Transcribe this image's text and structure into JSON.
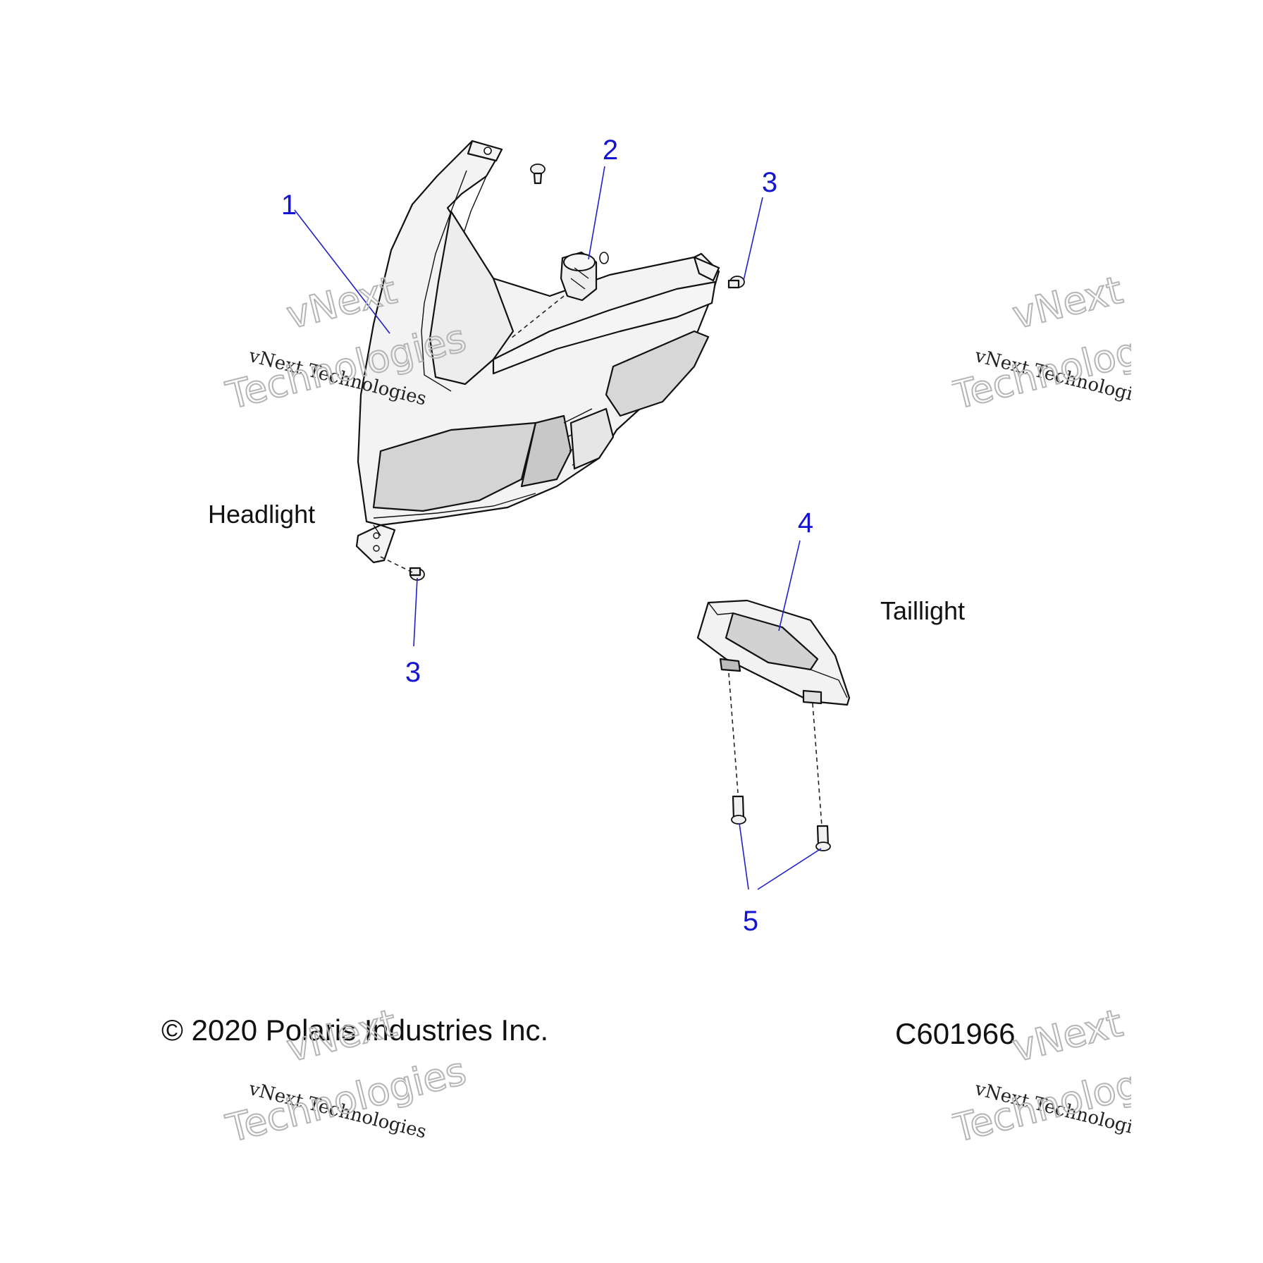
{
  "callouts": {
    "c1": "1",
    "c2": "2",
    "c3_top": "3",
    "c3_bottom": "3",
    "c4": "4",
    "c5": "5"
  },
  "labels": {
    "headlight": "Headlight",
    "taillight": "Taillight"
  },
  "footer": {
    "copyright": "© 2020 Polaris Industries Inc.",
    "diagram_code": "C601966"
  },
  "watermark": {
    "brand": "vNext",
    "word": "Technologies",
    "line": "vNext Technologies"
  },
  "colors": {
    "callout": "#1414d2",
    "part_fill": "#f2f2f2",
    "lens_fill": "#d9d9d9"
  }
}
